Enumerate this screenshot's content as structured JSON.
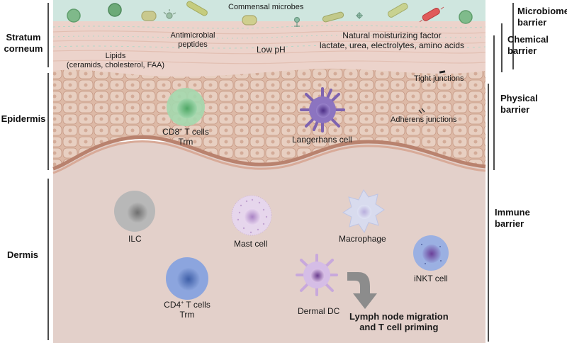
{
  "layers": {
    "stratum_corneum": "Stratum\ncorneum",
    "epidermis": "Epidermis",
    "dermis": "Dermis"
  },
  "barriers": {
    "microbiome": "Microbiome\nbarrier",
    "chemical": "Chemical\nbarrier",
    "physical": "Physical\nbarrier",
    "immune": "Immune\nbarrier"
  },
  "microbiome": {
    "commensal": "Commensal microbes"
  },
  "chemical": {
    "lipids_line1": "Lipids",
    "lipids_line2": "(ceramids, cholesterol, FAA)",
    "amp_line1": "Antimicrobial",
    "amp_line2": "peptides",
    "ph": "Low pH",
    "nmf_line1": "Natural moisturizing factor",
    "nmf_line2": "lactate, urea, electrolytes, amino acids"
  },
  "physical": {
    "tight": "Tight junctions",
    "adherens": "Adherens junctions"
  },
  "cells": {
    "cd8_line1": "CD8",
    "cd8_sup": "+",
    "cd8_line1_rest": " T cells",
    "cd8_line2": "Trm",
    "langerhans": "Langerhans cell",
    "ilc": "ILC",
    "mast": "Mast cell",
    "macrophage": "Macrophage",
    "inkt": "iNKT cell",
    "cd4_line1": "CD4",
    "cd4_sup": "+",
    "cd4_line1_rest": " T cells",
    "cd4_line2": "Trm",
    "dermal_dc": "Dermal DC"
  },
  "migration": {
    "line1": "Lymph node migration",
    "line2": "and T cell priming"
  },
  "colors": {
    "microbiome_band": "#cfe6df",
    "stratum": "#e9cfc6",
    "epidermis": "#d9b7a3",
    "dermis": "#e3cfc9",
    "cd8": "#7cc48a",
    "langerhans": "#7e63b0",
    "ilc": "#9a9a9a",
    "mast": "#c9a8d6",
    "macrophage": "#aab3d8",
    "inkt": "#6c7fc6",
    "cd4": "#5f7fc4",
    "dermal_dc": "#a87cc0",
    "arrow": "#8c8c8c"
  }
}
